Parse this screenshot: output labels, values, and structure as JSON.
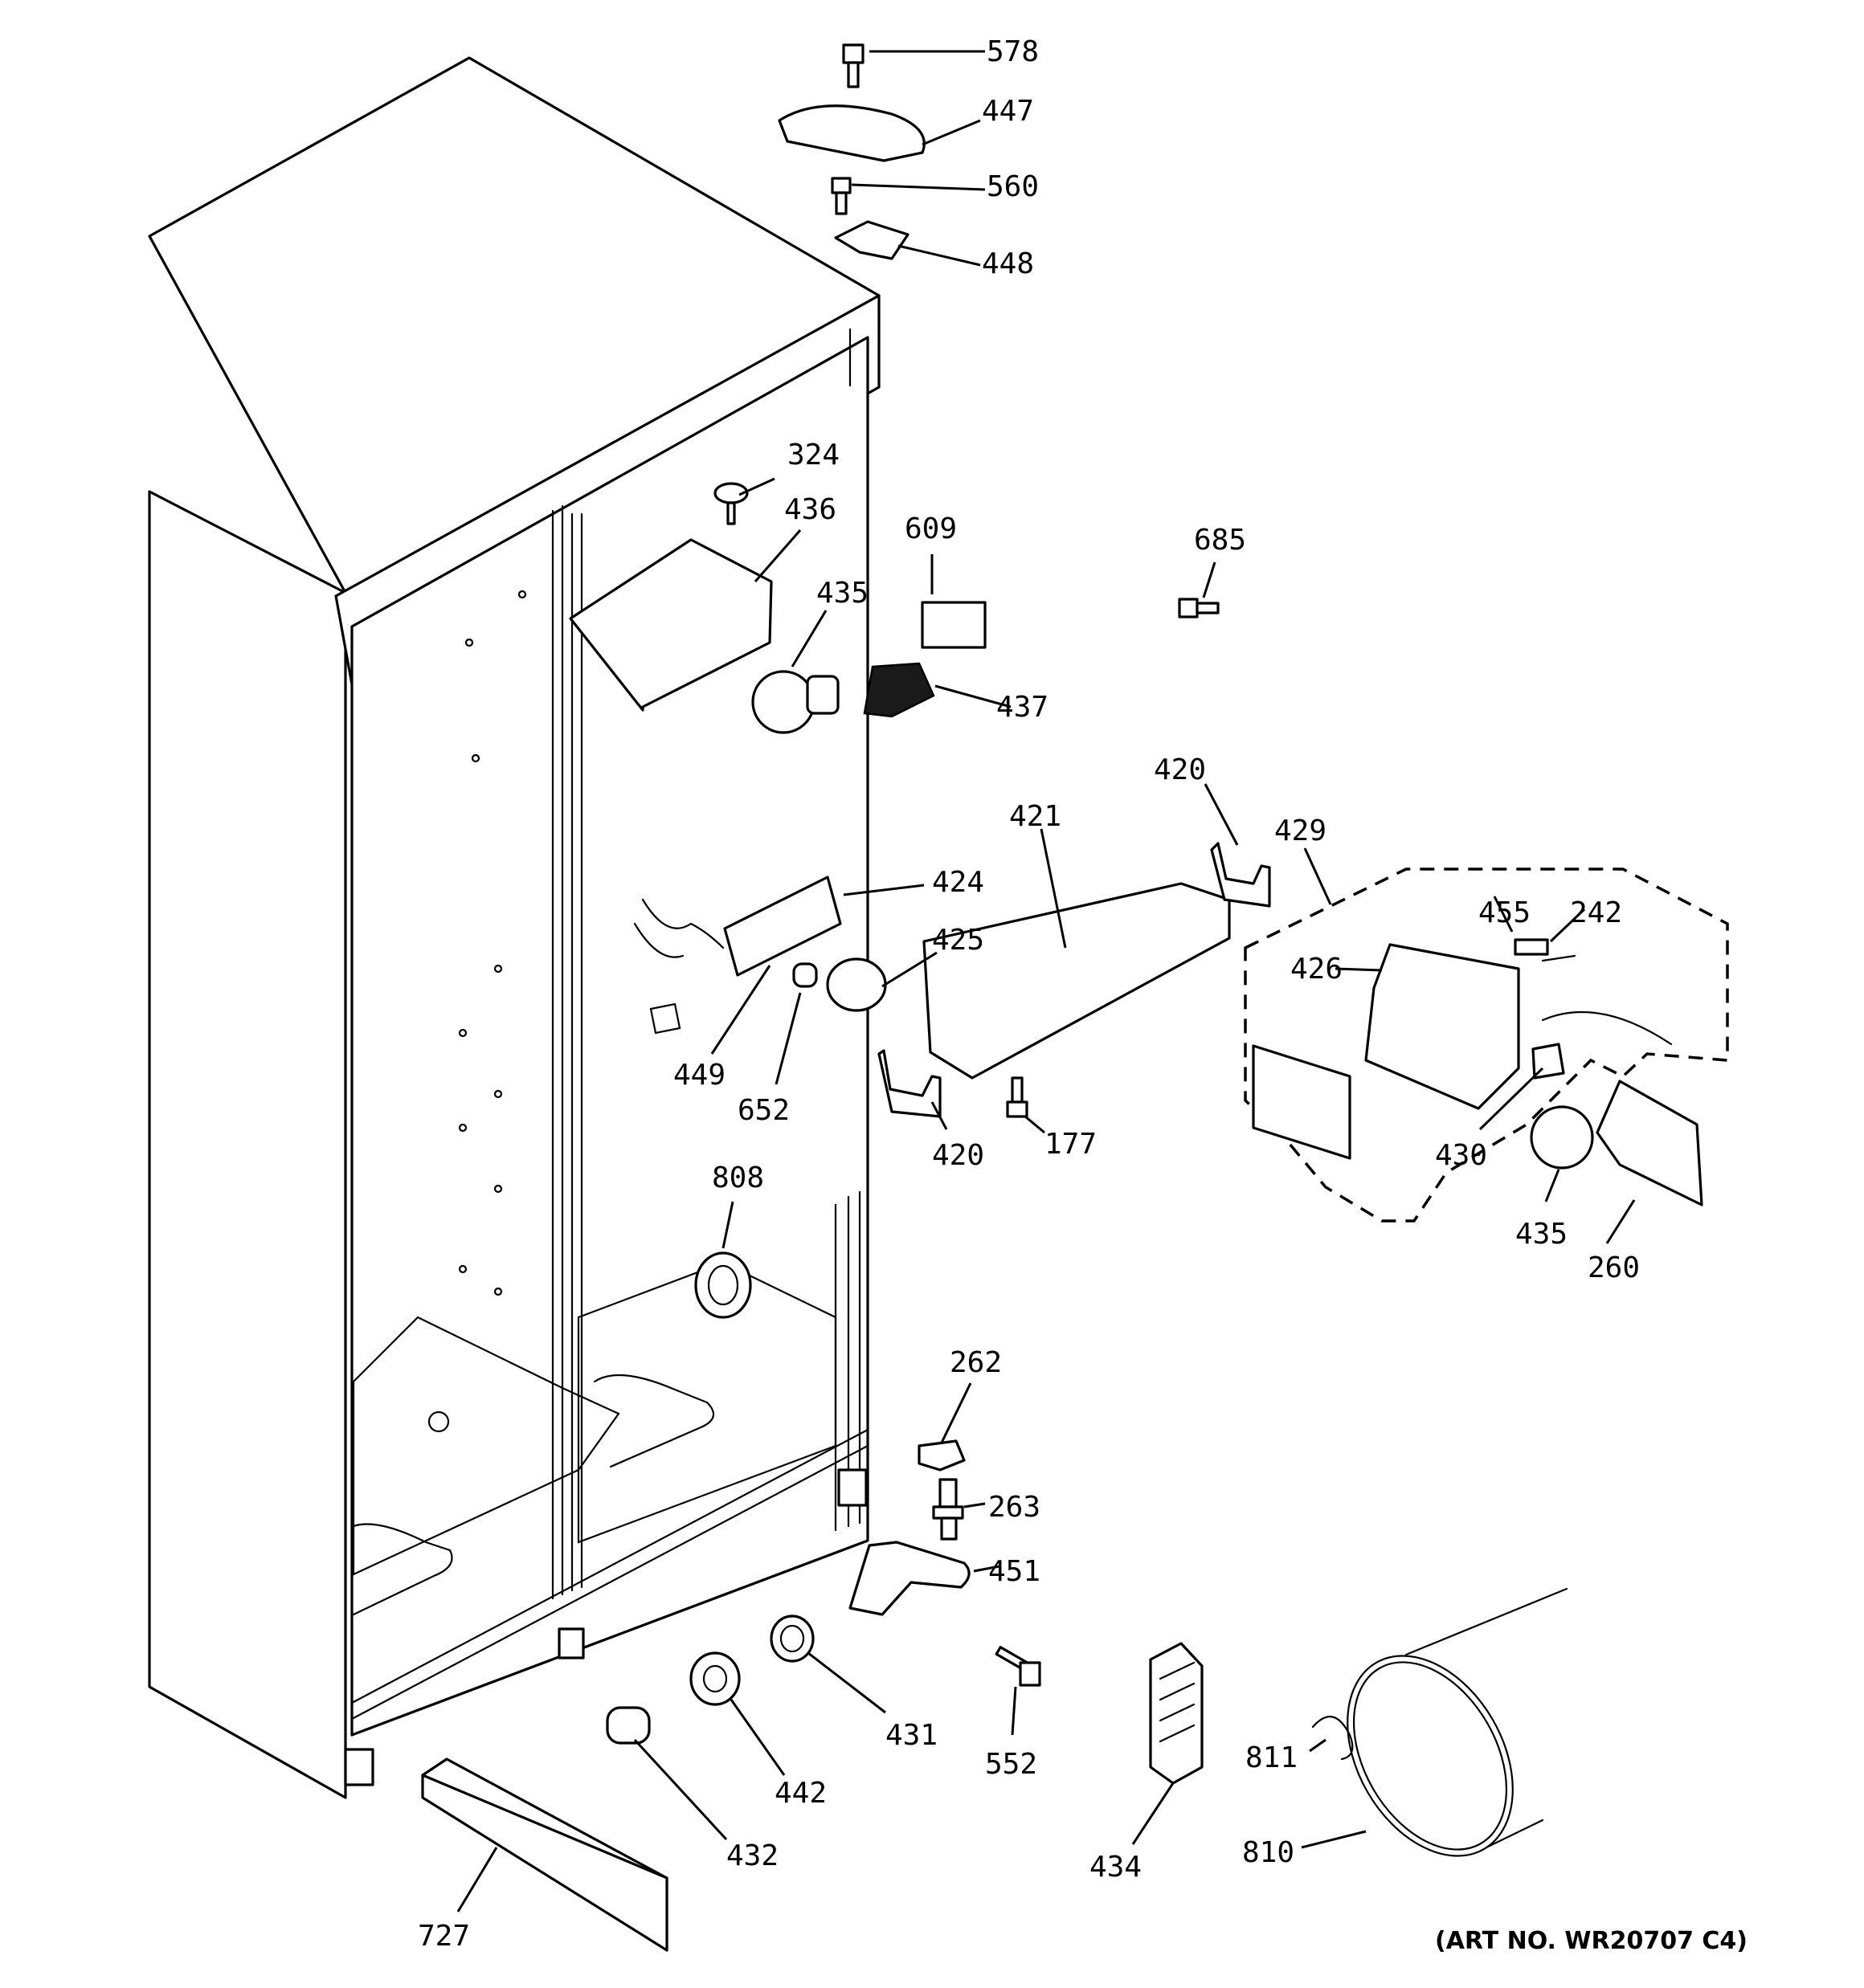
{
  "diagram": {
    "art_number": "(ART NO. WR20707 C4)",
    "callouts": [
      {
        "id": "c578",
        "text": "578"
      },
      {
        "id": "c447",
        "text": "447"
      },
      {
        "id": "c560",
        "text": "560"
      },
      {
        "id": "c448",
        "text": "448"
      },
      {
        "id": "c324",
        "text": "324"
      },
      {
        "id": "c436",
        "text": "436"
      },
      {
        "id": "c609",
        "text": "609"
      },
      {
        "id": "c685",
        "text": "685"
      },
      {
        "id": "c435a",
        "text": "435"
      },
      {
        "id": "c437",
        "text": "437"
      },
      {
        "id": "c420a",
        "text": "420"
      },
      {
        "id": "c421",
        "text": "421"
      },
      {
        "id": "c429",
        "text": "429"
      },
      {
        "id": "c424",
        "text": "424"
      },
      {
        "id": "c455",
        "text": "455"
      },
      {
        "id": "c242",
        "text": "242"
      },
      {
        "id": "c426",
        "text": "426"
      },
      {
        "id": "c425",
        "text": "425"
      },
      {
        "id": "c449",
        "text": "449"
      },
      {
        "id": "c652",
        "text": "652"
      },
      {
        "id": "c177",
        "text": "177"
      },
      {
        "id": "c420b",
        "text": "420"
      },
      {
        "id": "c430",
        "text": "430"
      },
      {
        "id": "c435b",
        "text": "435"
      },
      {
        "id": "c260",
        "text": "260"
      },
      {
        "id": "c808",
        "text": "808"
      },
      {
        "id": "c262",
        "text": "262"
      },
      {
        "id": "c263",
        "text": "263"
      },
      {
        "id": "c451",
        "text": "451"
      },
      {
        "id": "c431",
        "text": "431"
      },
      {
        "id": "c552",
        "text": "552"
      },
      {
        "id": "c442",
        "text": "442"
      },
      {
        "id": "c811",
        "text": "811"
      },
      {
        "id": "c432",
        "text": "432"
      },
      {
        "id": "c434",
        "text": "434"
      },
      {
        "id": "c810",
        "text": "810"
      },
      {
        "id": "c727",
        "text": "727"
      }
    ]
  }
}
